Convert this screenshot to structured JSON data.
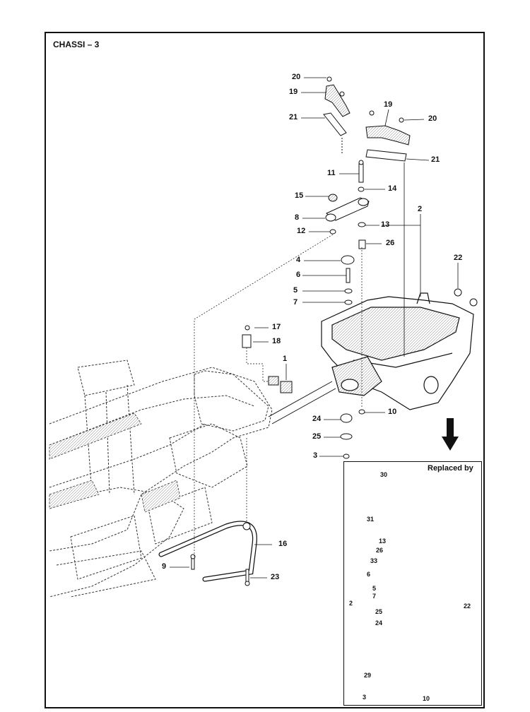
{
  "title": "CHASSI – 3",
  "inset": {
    "title": "Replaced by"
  },
  "labels": {
    "l20a": "20",
    "l19a": "19",
    "l21a": "21",
    "l19b": "19",
    "l20b": "20",
    "l21b": "21",
    "l11": "11",
    "l14": "14",
    "l15": "15",
    "l2": "2",
    "l8": "8",
    "l13": "13",
    "l12": "12",
    "l26": "26",
    "l4": "4",
    "l22": "22",
    "l6": "6",
    "l5": "5",
    "l7": "7",
    "l17": "17",
    "l18": "18",
    "l1": "1",
    "l24": "24",
    "l10": "10",
    "l25": "25",
    "l3": "3",
    "l16": "16",
    "l9": "9",
    "l23": "23"
  },
  "inset_labels": {
    "i30": "30",
    "i31": "31",
    "i13": "13",
    "i26": "26",
    "i33": "33",
    "i6": "6",
    "i5": "5",
    "i7": "7",
    "i2": "2",
    "i25": "25",
    "i22": "22",
    "i24": "24",
    "i29": "29",
    "i3": "3",
    "i10": "10"
  }
}
